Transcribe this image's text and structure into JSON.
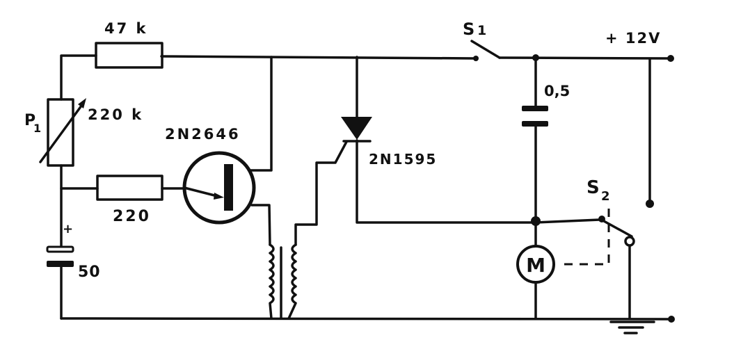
{
  "diagram": {
    "type": "circuit-schematic",
    "ink_color": "#111111",
    "background": "#ffffff",
    "labels": {
      "r_47k": "47 k",
      "p1_name": "P",
      "p1_sub": "1",
      "p1_value": "220 k",
      "ujt": "2N2646",
      "r_220": "220",
      "cap_plus": "+",
      "cap_50": "50",
      "scr": "2N1595",
      "s1_name": "S",
      "s1_sub": "1",
      "supply": "+ 12V",
      "cap_05": "0,5",
      "s2_name": "S",
      "s2_sub": "2",
      "motor": "M"
    }
  }
}
